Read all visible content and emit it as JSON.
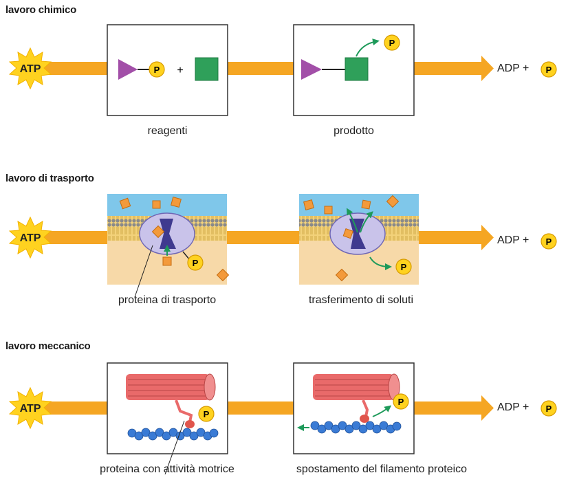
{
  "sections": {
    "chemical": {
      "title": "lavoro chimico",
      "caption_left": "reagenti",
      "caption_right": "prodotto",
      "end_label": "ADP +"
    },
    "transport": {
      "title": "lavoro di trasporto",
      "caption_left": "proteina di trasporto",
      "caption_right": "trasferimento di soluti",
      "end_label": "ADP +"
    },
    "mechanical": {
      "title": "lavoro meccanico",
      "caption_left": "proteina con attività motrice",
      "caption_right": "spostamento del filamento proteico",
      "end_label": "ADP +"
    }
  },
  "atp_label": "ATP",
  "phosphate_label": "P",
  "plus_sign": "+",
  "colors": {
    "arrow": "#f5a623",
    "atp_star": "#ffd21f",
    "phosphate": "#ffd21f",
    "triangle": "#a24fa8",
    "square": "#2fa05a",
    "solute": "#f39a3b",
    "membrane_top": "#7fc7ea",
    "membrane_bottom": "#f7d9a8",
    "protein": "#c9c3ea",
    "channel": "#3f3a8f",
    "green_arrow": "#1e9a5a",
    "filament": "#e96a6a",
    "actin": "#3a7bd5"
  }
}
